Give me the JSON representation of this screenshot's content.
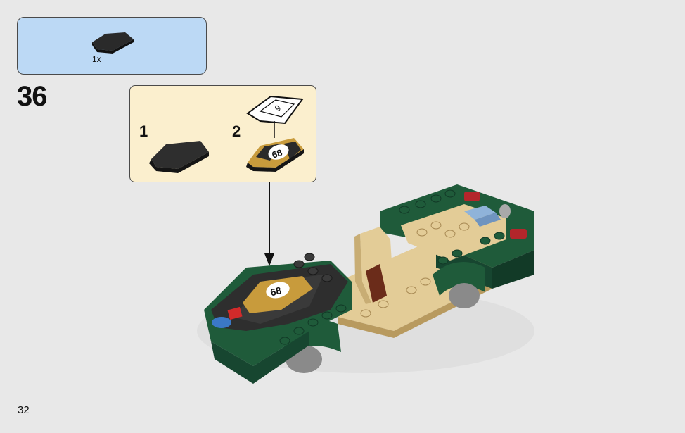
{
  "parts": {
    "count": "1x"
  },
  "step": {
    "number": "36"
  },
  "substeps": [
    {
      "label": "1"
    },
    {
      "label": "2"
    }
  ],
  "sticker": {
    "number": "68"
  },
  "page": {
    "number": "32"
  },
  "colors": {
    "page_bg": "#e8e8e8",
    "parts_bg": "#bcd9f5",
    "substep_bg": "#fbefce",
    "green": "#1f5b3a",
    "tan": "#e3cc97",
    "black": "#2e2e2e",
    "gold": "#c89b3c"
  }
}
